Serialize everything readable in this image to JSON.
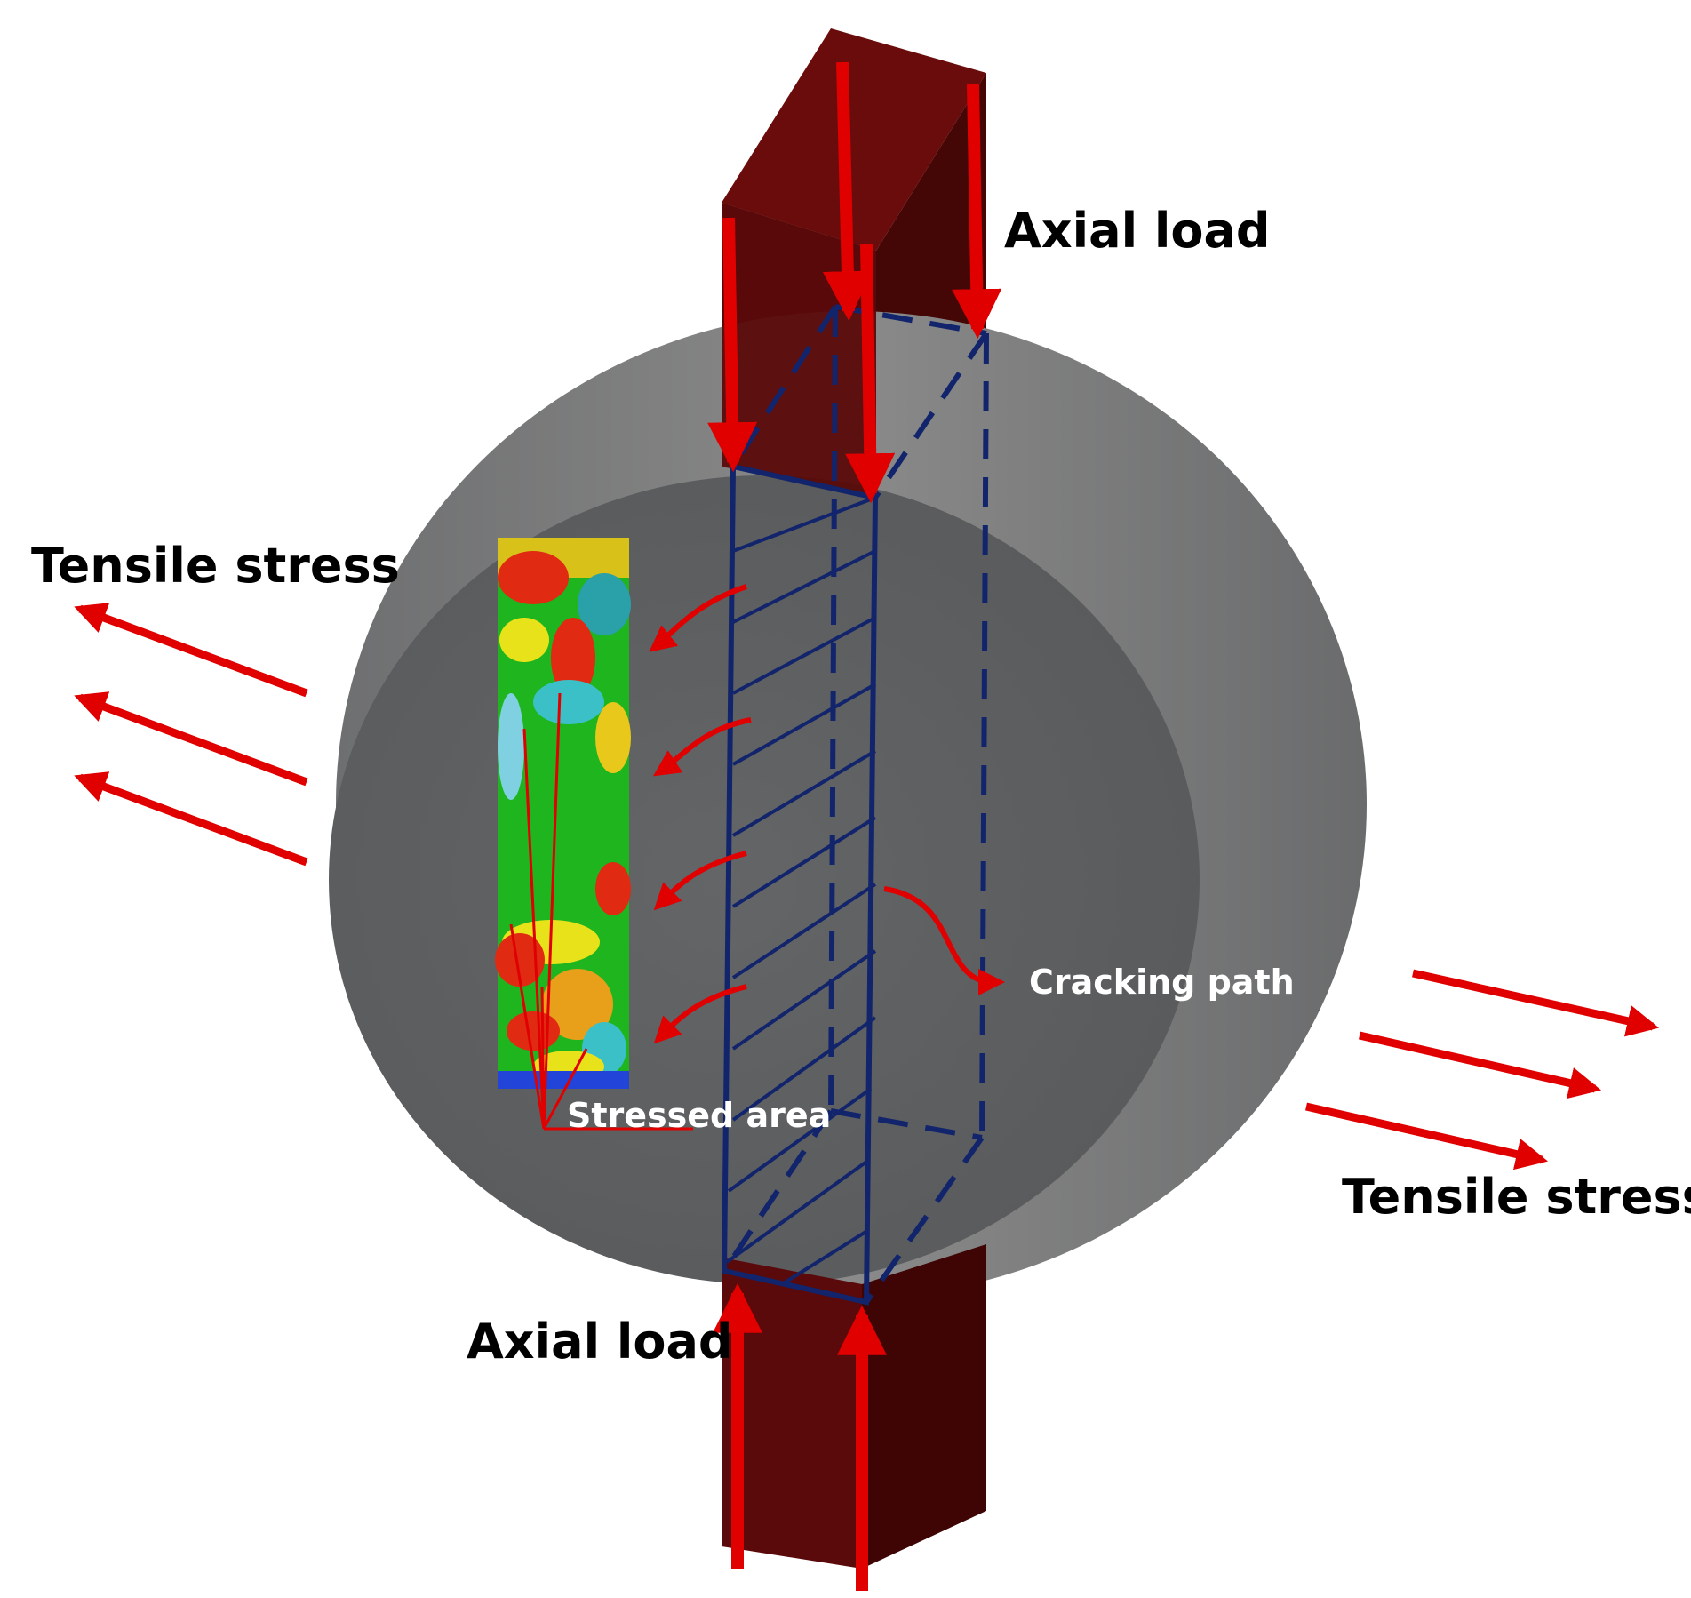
{
  "labels": {
    "axial_load_top": "Axial load",
    "axial_load_bottom": "Axial load",
    "tensile_stress_left": "Tensile stress",
    "tensile_stress_right": "Tensile stress",
    "cracking_path": "Cracking path",
    "stressed_area": "Stressed area"
  },
  "colors": {
    "background": "#ffffff",
    "disc_side": "#7a7a7a",
    "disc_face": "#5f6163",
    "loading_bar": "#5a0a0a",
    "loading_bar_dark": "#3f0505",
    "arrow": "#e00000",
    "prism_outline": "#12246b",
    "label_black": "#000000",
    "label_white": "#ffffff"
  }
}
